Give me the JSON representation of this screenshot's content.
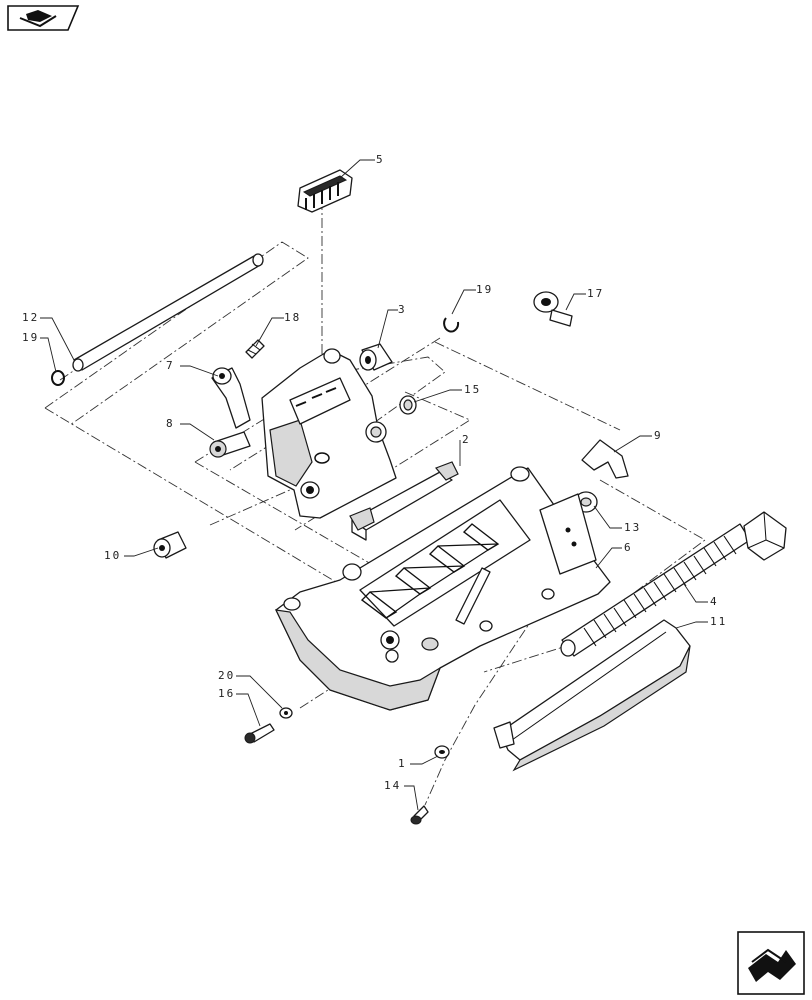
{
  "nav": {
    "top_icon": "folder-arrow-icon",
    "bottom_icon": "next-page-arrow-icon"
  },
  "callouts": [
    {
      "id": "c5",
      "text": "5"
    },
    {
      "id": "c3",
      "text": "3"
    },
    {
      "id": "c18",
      "text": "18"
    },
    {
      "id": "c12",
      "text": "12"
    },
    {
      "id": "c19a",
      "text": "19"
    },
    {
      "id": "c19b",
      "text": "19"
    },
    {
      "id": "c17",
      "text": "17"
    },
    {
      "id": "c7",
      "text": "7"
    },
    {
      "id": "c15",
      "text": "15"
    },
    {
      "id": "c8",
      "text": "8"
    },
    {
      "id": "c2",
      "text": "2"
    },
    {
      "id": "c9",
      "text": "9"
    },
    {
      "id": "c13",
      "text": "13"
    },
    {
      "id": "c6",
      "text": "6"
    },
    {
      "id": "c10",
      "text": "10"
    },
    {
      "id": "c4",
      "text": "4"
    },
    {
      "id": "c11",
      "text": "11"
    },
    {
      "id": "c20",
      "text": "20"
    },
    {
      "id": "c16",
      "text": "16"
    },
    {
      "id": "c1",
      "text": "1"
    },
    {
      "id": "c14",
      "text": "14"
    }
  ]
}
